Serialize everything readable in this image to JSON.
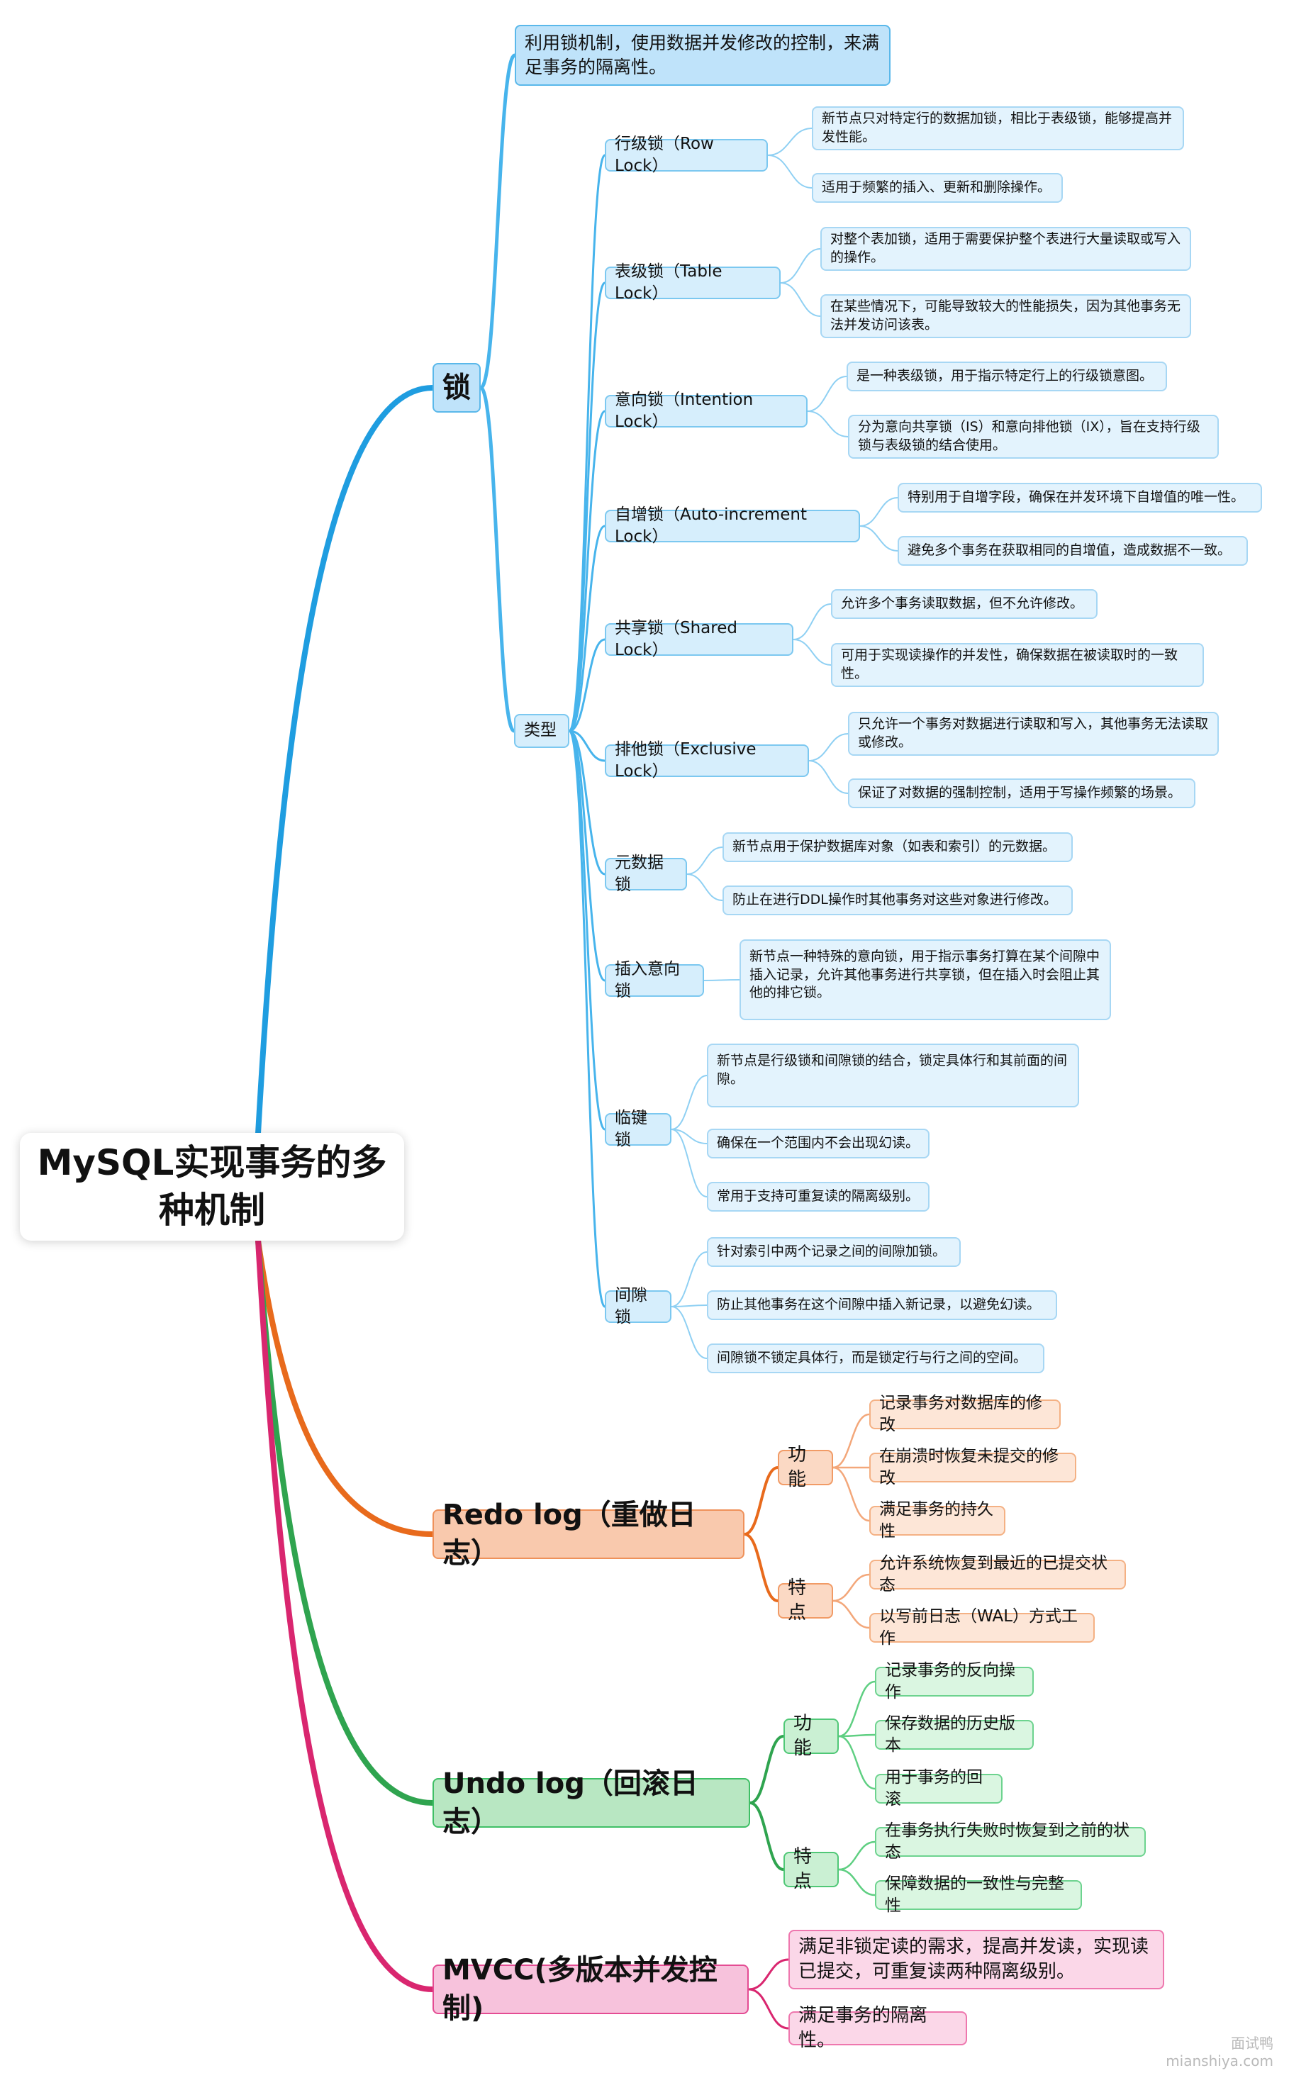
{
  "root": "MySQL实现事务的多种机制",
  "lock": {
    "label": "锁",
    "intro": "利用锁机制，使用数据并发修改的控制，来满足事务的隔离性。",
    "types_label": "类型",
    "types": [
      {
        "name": "行级锁（Row Lock）",
        "notes": [
          "新节点只对特定行的数据加锁，相比于表级锁，能够提高并发性能。",
          "适用于频繁的插入、更新和删除操作。"
        ]
      },
      {
        "name": "表级锁（Table Lock）",
        "notes": [
          "对整个表加锁，适用于需要保护整个表进行大量读取或写入的操作。",
          "在某些情况下，可能导致较大的性能损失，因为其他事务无法并发访问该表。"
        ]
      },
      {
        "name": "意向锁（Intention Lock）",
        "notes": [
          "是一种表级锁，用于指示特定行上的行级锁意图。",
          "分为意向共享锁（IS）和意向排他锁（IX），旨在支持行级锁与表级锁的结合使用。"
        ]
      },
      {
        "name": "自增锁（Auto-increment Lock）",
        "notes": [
          "特别用于自增字段，确保在并发环境下自增值的唯一性。",
          "避免多个事务在获取相同的自增值，造成数据不一致。"
        ]
      },
      {
        "name": "共享锁（Shared Lock）",
        "notes": [
          "允许多个事务读取数据，但不允许修改。",
          "可用于实现读操作的并发性，确保数据在被读取时的一致性。"
        ]
      },
      {
        "name": "排他锁（Exclusive Lock）",
        "notes": [
          "只允许一个事务对数据进行读取和写入，其他事务无法读取或修改。",
          "保证了对数据的强制控制，适用于写操作频繁的场景。"
        ]
      },
      {
        "name": "元数据锁",
        "notes": [
          "新节点用于保护数据库对象（如表和索引）的元数据。",
          "防止在进行DDL操作时其他事务对这些对象进行修改。"
        ]
      },
      {
        "name": "插入意向锁",
        "notes": [
          "新节点一种特殊的意向锁，用于指示事务打算在某个间隙中插入记录，允许其他事务进行共享锁，但在插入时会阻止其他的排它锁。"
        ]
      },
      {
        "name": "临键锁",
        "notes": [
          "新节点是行级锁和间隙锁的结合，锁定具体行和其前面的间隙。",
          "确保在一个范围内不会出现幻读。",
          "常用于支持可重复读的隔离级别。"
        ]
      },
      {
        "name": "间隙锁",
        "notes": [
          "针对索引中两个记录之间的间隙加锁。",
          "防止其他事务在这个间隙中插入新记录，以避免幻读。",
          "间隙锁不锁定具体行，而是锁定行与行之间的空间。"
        ]
      }
    ]
  },
  "redo": {
    "label": "Redo log（重做日志）",
    "groups": [
      {
        "name": "功能",
        "items": [
          "记录事务对数据库的修改",
          "在崩溃时恢复未提交的修改",
          "满足事务的持久性"
        ]
      },
      {
        "name": "特点",
        "items": [
          "允许系统恢复到最近的已提交状态",
          "以写前日志（WAL）方式工作"
        ]
      }
    ]
  },
  "undo": {
    "label": "Undo log（回滚日志）",
    "groups": [
      {
        "name": "功能",
        "items": [
          "记录事务的反向操作",
          "保存数据的历史版本",
          "用于事务的回滚"
        ]
      },
      {
        "name": "特点",
        "items": [
          "在事务执行失败时恢复到之前的状态",
          "保障数据的一致性与完整性"
        ]
      }
    ]
  },
  "mvcc": {
    "label": "MVCC(多版本并发控制)",
    "items": [
      "满足非锁定读的需求，提高并发读，实现读已提交，可重复读两种隔离级别。",
      "满足事务的隔离性。"
    ]
  },
  "watermark": {
    "line1": "面试鸭",
    "line2": "mianshiya.com"
  },
  "colors": {
    "lock": "#1f9de0",
    "lock_child": "#47b4ec",
    "redo": "#e86a1c",
    "undo": "#2fa44f",
    "mvcc": "#d9266f"
  }
}
